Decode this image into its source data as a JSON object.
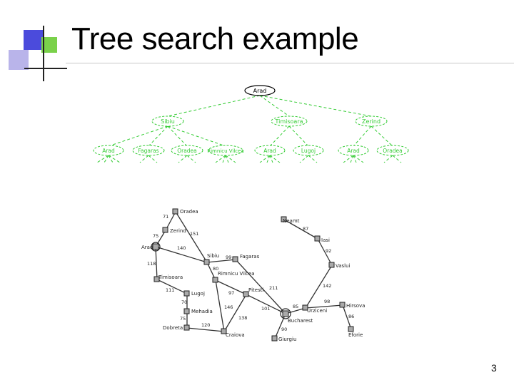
{
  "slide": {
    "title": "Tree search example",
    "page_number": "3"
  },
  "colors": {
    "tree_line": "#33cc33",
    "map_line": "#333333",
    "bullet_blue": "#4b4bdc",
    "bullet_green": "#7ad14a",
    "bullet_lilac": "#b9b4ea"
  },
  "tree": {
    "root": "Arad",
    "level1": [
      "Sibiu",
      "Timisoara",
      "Zerind"
    ],
    "level2": [
      "Arad",
      "Fagaras",
      "Oradea",
      "Rimnicu Vilcea",
      "Arad",
      "Lugoj",
      "Arad",
      "Oradea"
    ]
  },
  "map": {
    "cities": {
      "oradea": "Oradea",
      "zerind": "Zerind",
      "arad": "Arad",
      "sibiu": "Sibiu",
      "fagaras": "Fagaras",
      "timisoara": "Timisoara",
      "rimnicu": "Rimnicu Vilcea",
      "lugoj": "Lugoj",
      "pitesti": "Pitesti",
      "mehadia": "Mehadia",
      "dobreta": "Dobreta",
      "craiova": "Craiova",
      "bucharest": "Bucharest",
      "giurgiu": "Giurgiu",
      "urziceni": "Urziceni",
      "hirsova": "Hirsova",
      "eforie": "Eforie",
      "vaslui": "Vaslui",
      "iasi": "Iasi",
      "neamt": "Neamt"
    },
    "distances": [
      "71",
      "75",
      "151",
      "140",
      "118",
      "99",
      "80",
      "111",
      "97",
      "70",
      "146",
      "75",
      "120",
      "138",
      "101",
      "211",
      "85",
      "90",
      "98",
      "86",
      "142",
      "92",
      "87"
    ]
  }
}
